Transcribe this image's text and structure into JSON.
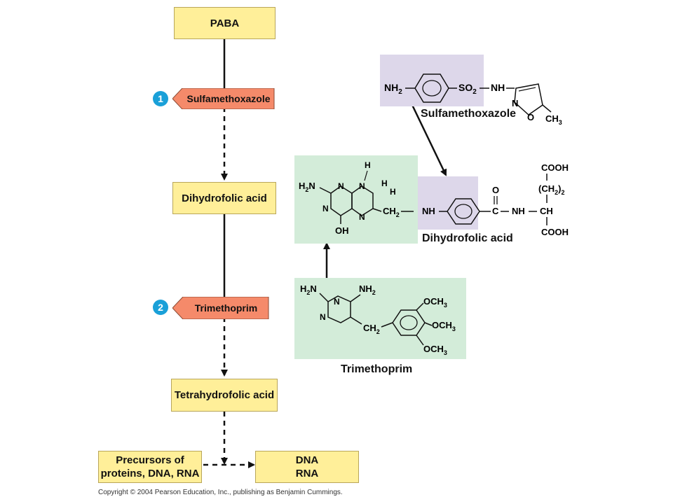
{
  "pathway": {
    "paba": "PABA",
    "sulfamethoxazole": "Sulfamethoxazole",
    "dihydrofolic_acid": "Dihydrofolic acid",
    "trimethoprim": "Trimethoprim",
    "tetrahydrofolic_acid": "Tetrahydrofolic acid",
    "precursors_line1": "Precursors of",
    "precursors_line2": "proteins, DNA, RNA",
    "dna": "DNA",
    "rna": "RNA"
  },
  "steps": {
    "one": "1",
    "two": "2"
  },
  "structures": {
    "sulfamethoxazole_label": "Sulfamethoxazole",
    "dihydrofolic_label": "Dihydrofolic acid",
    "trimethoprim_label": "Trimethoprim"
  },
  "copyright": "Copyright © 2004 Pearson Education, Inc., publishing as Benjamin Cummings.",
  "colors": {
    "box_fill": "#ffef99",
    "inhibitor_fill": "#f58a6a",
    "step_badge": "#1aa0d8",
    "panel_lavender": "#ddd7ea",
    "panel_green": "#d3ecd9"
  }
}
